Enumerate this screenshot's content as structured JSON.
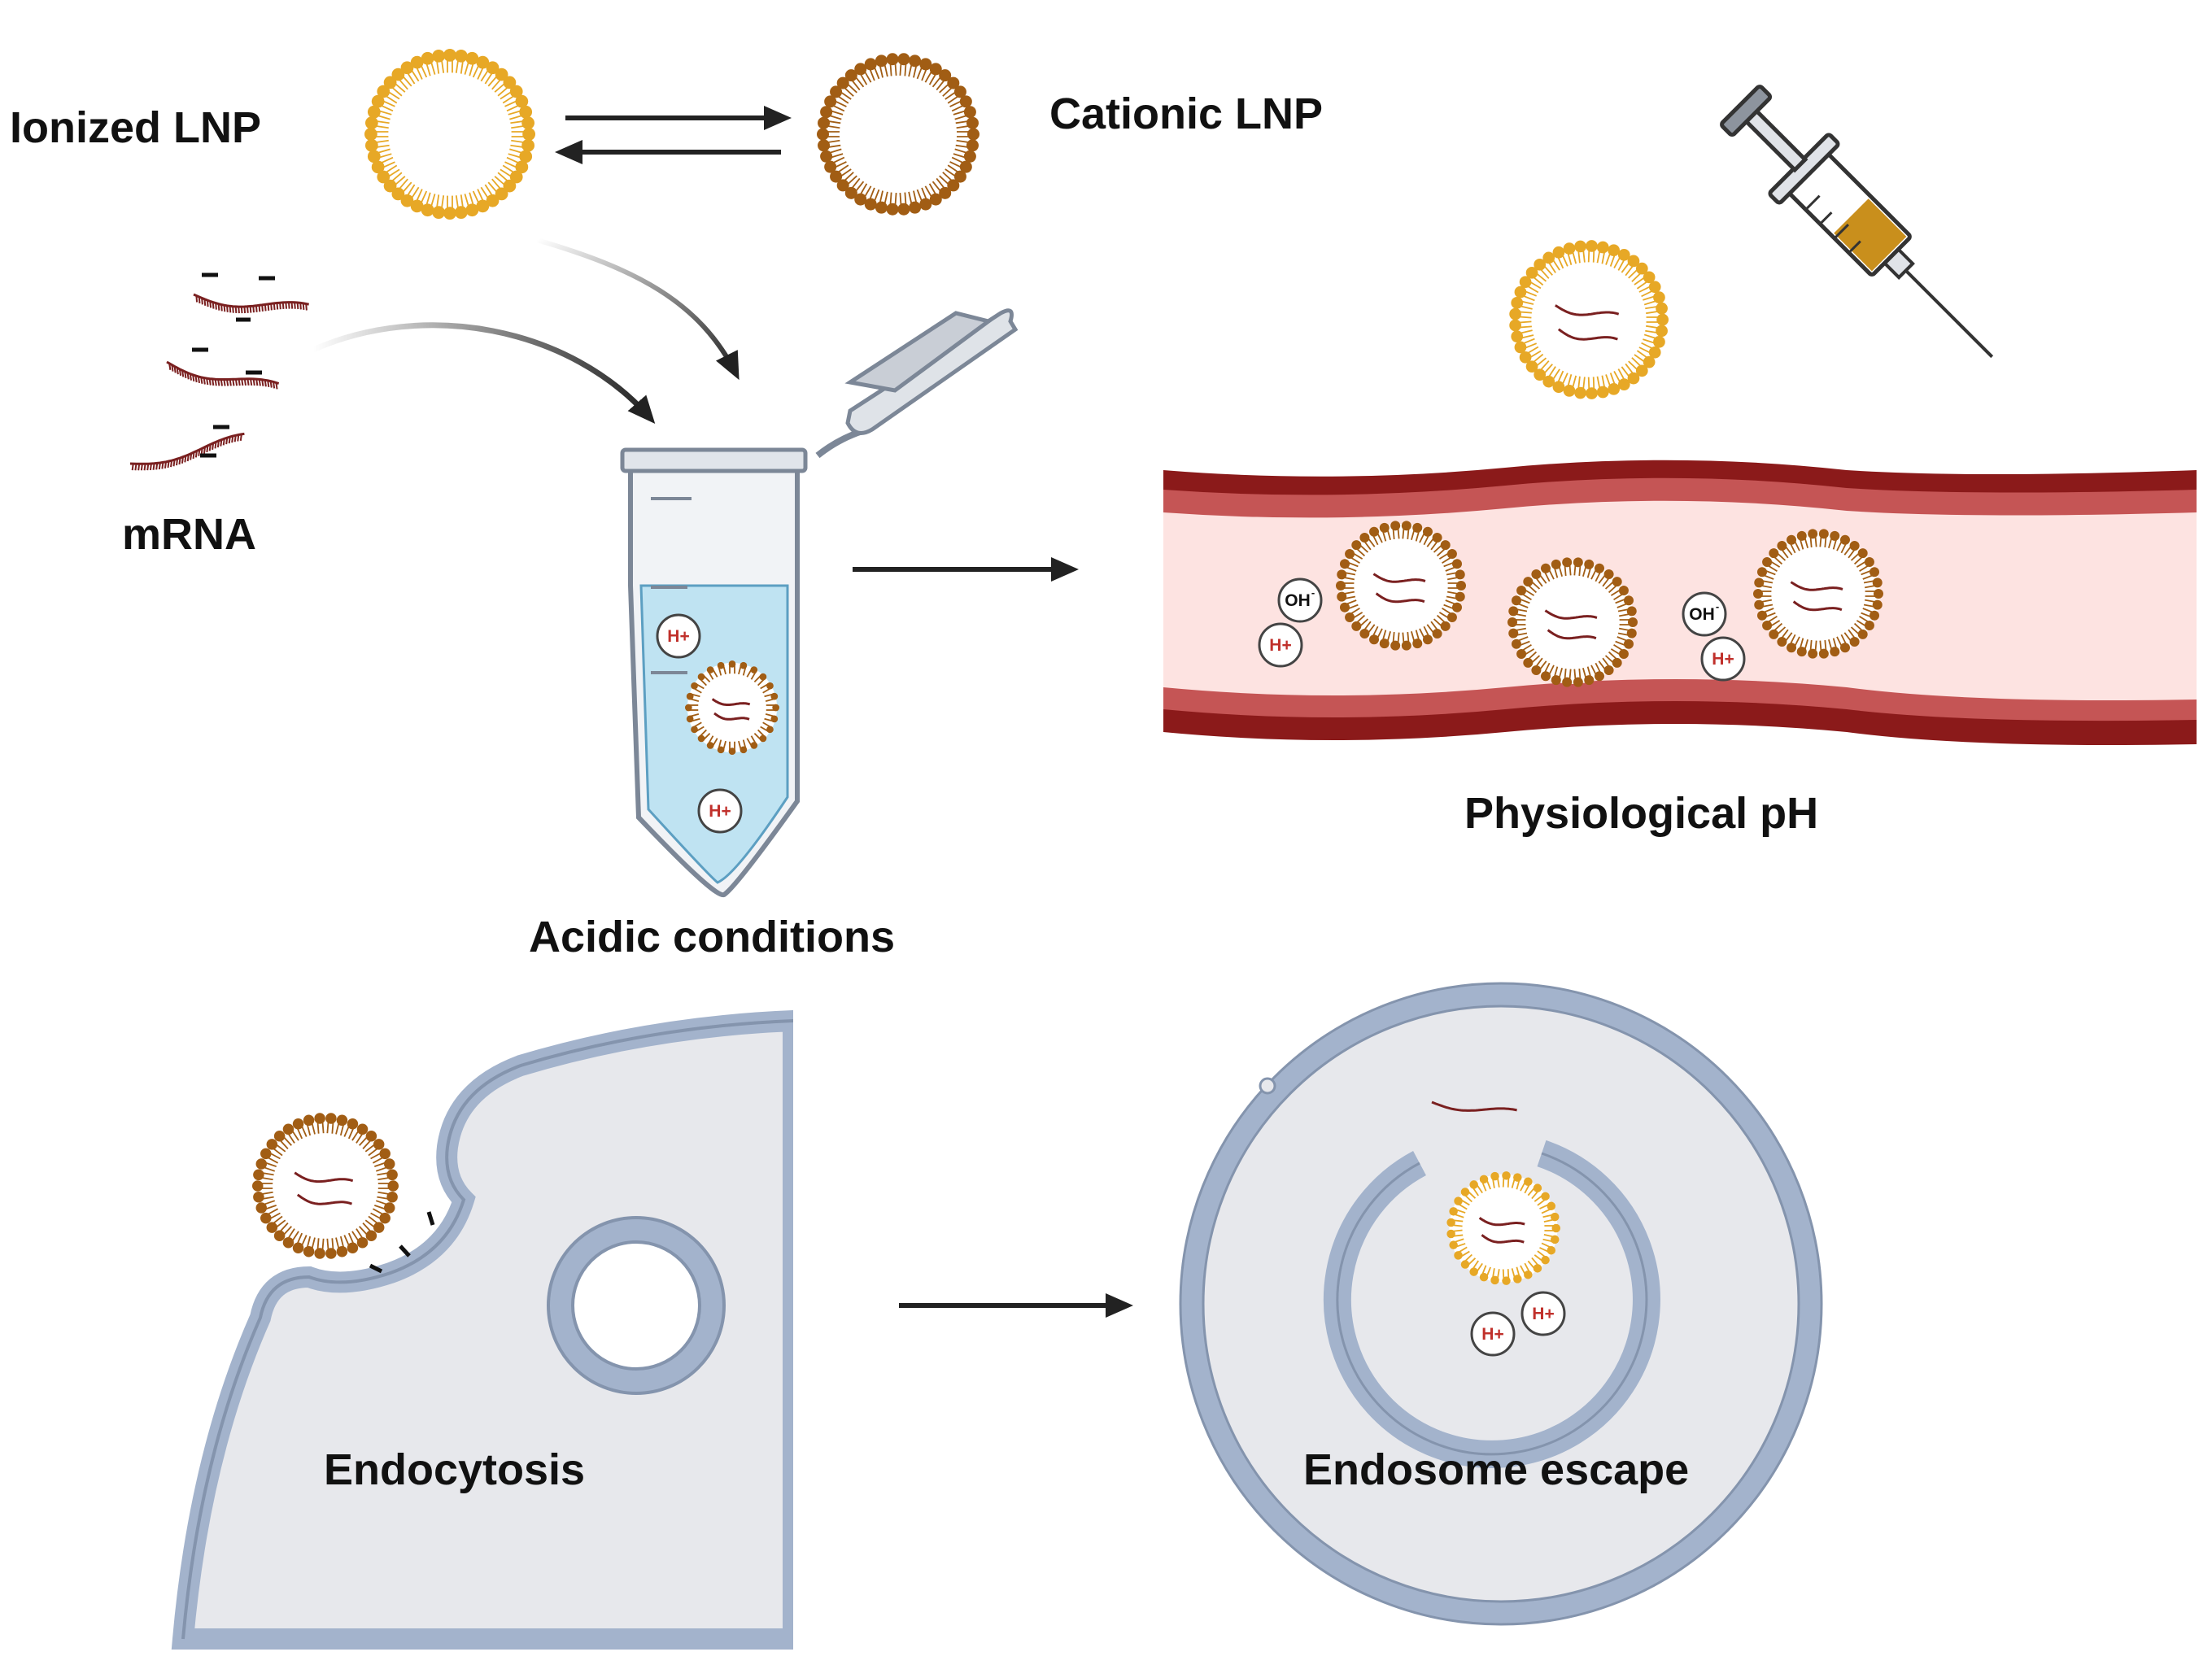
{
  "labels": {
    "ionized_lnp": "Ionized LNP",
    "cationic_lnp": "Cationic LNP",
    "mrna": "mRNA",
    "acidic_conditions": "Acidic conditions",
    "physiological_ph": "Physiological  pH",
    "endocytosis": "Endocytosis",
    "endosome_escape": "Endosome escape"
  },
  "ions": {
    "proton": "H+",
    "hydroxide": "OH",
    "hydroxide_charge": "-"
  },
  "colors": {
    "ionized_lipid": "#e7a826",
    "cationic_lipid": "#a15d14",
    "mrna": "#7a2020",
    "vessel_wall": "#8b1a1a",
    "vessel_lumen": "#fde3e1",
    "membrane": "#a3b3cc",
    "cytoplasm": "#e7e8ec",
    "solution": "#bfe3f2",
    "proton_text": "#c0302b"
  },
  "icons": {
    "syringe": "syringe-icon",
    "tube": "microcentrifuge-tube-icon"
  }
}
